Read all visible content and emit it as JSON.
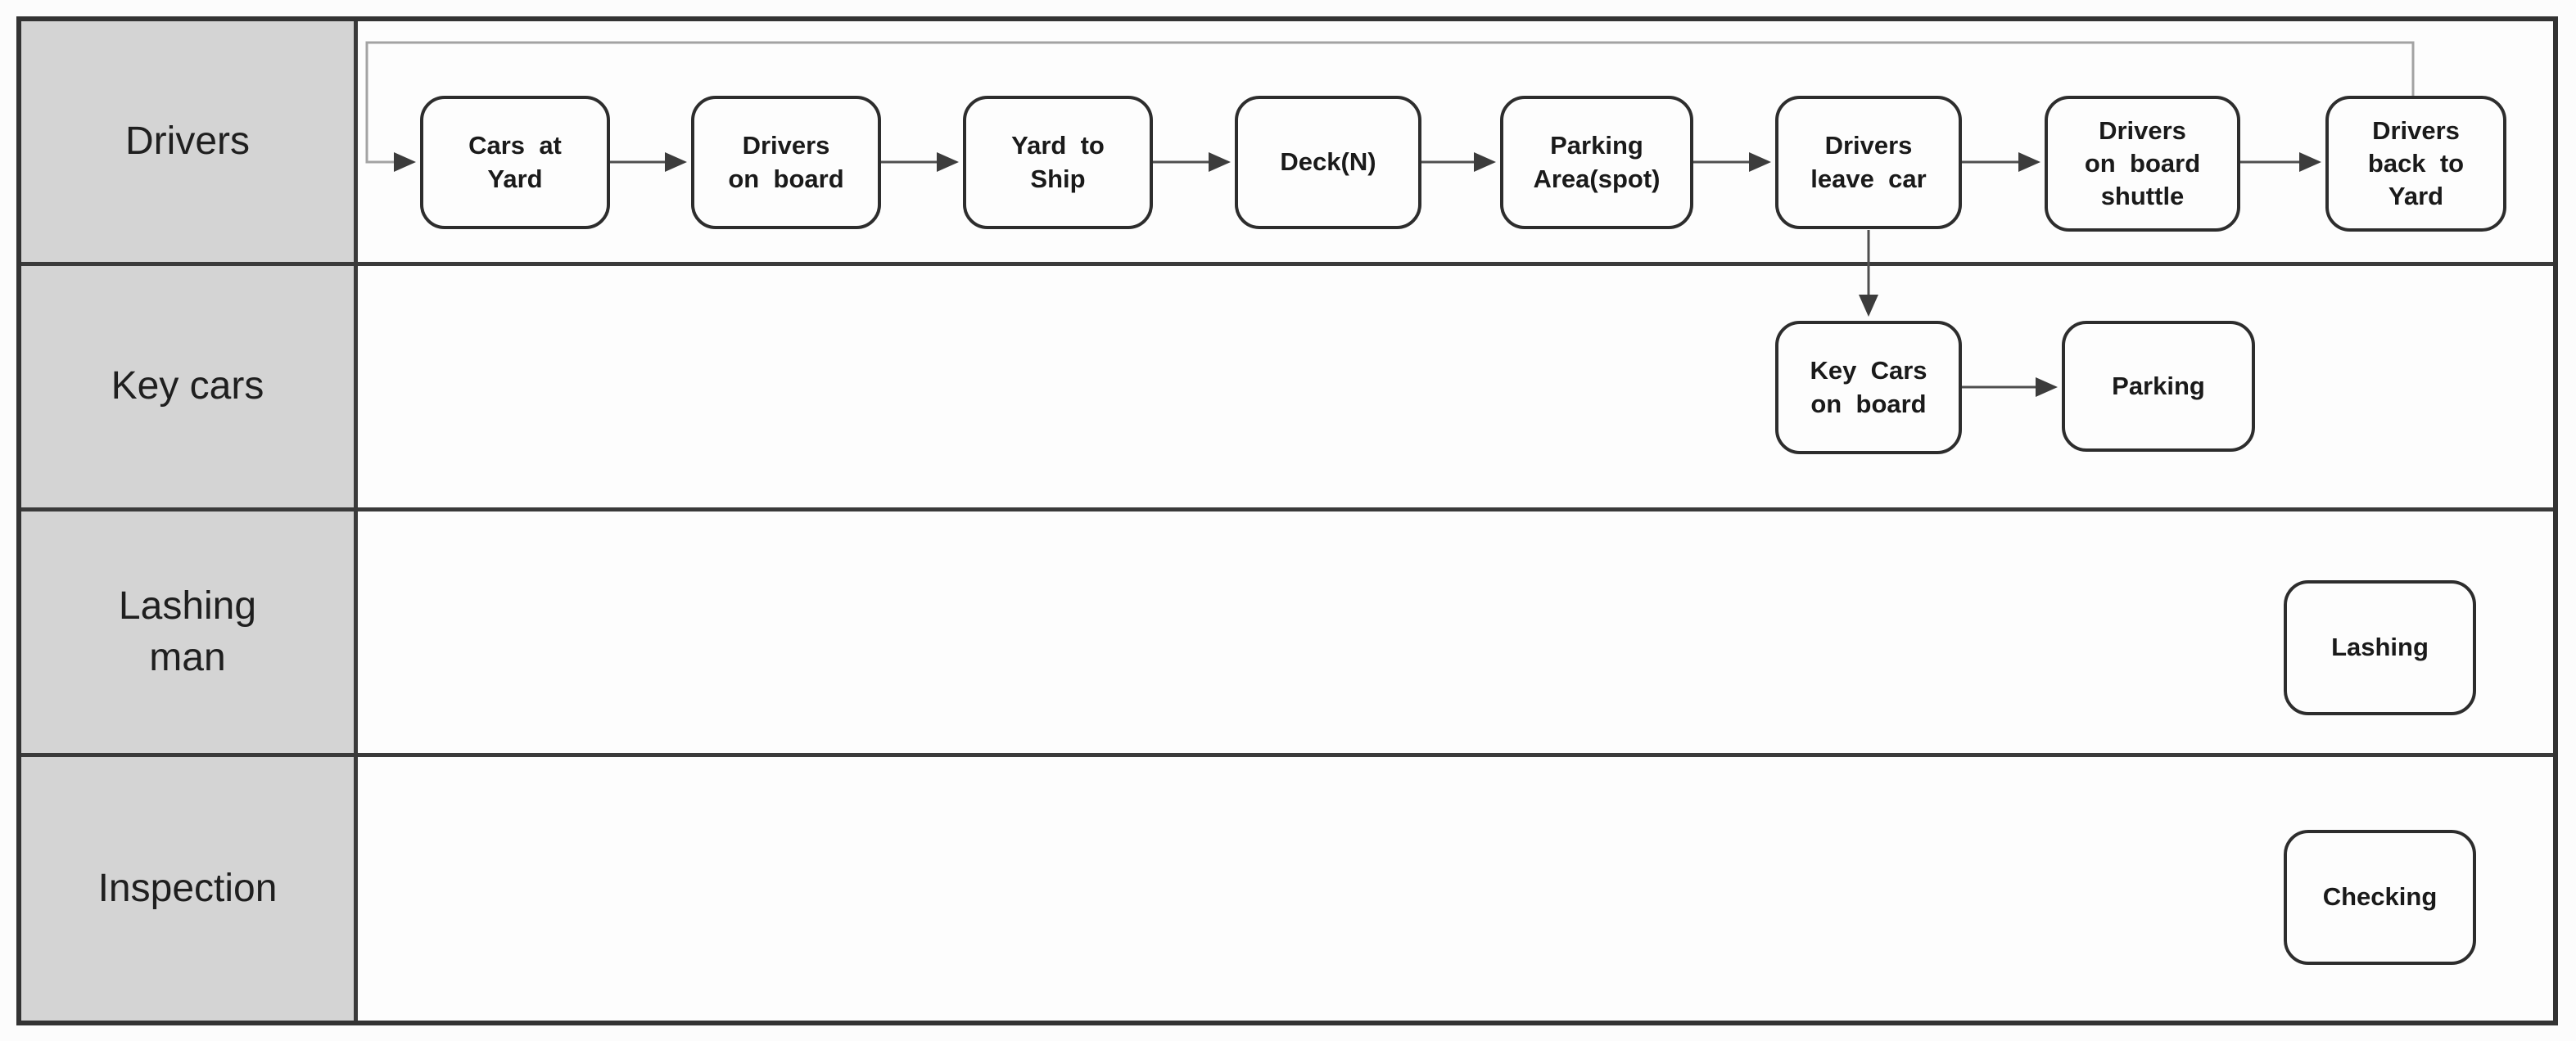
{
  "diagram": {
    "type": "swimlane-flowchart",
    "lanes": [
      {
        "label": "Drivers",
        "steps": [
          {
            "label": "Cars at\nYard"
          },
          {
            "label": "Drivers\non board"
          },
          {
            "label": "Yard to\nShip"
          },
          {
            "label": "Deck(N)"
          },
          {
            "label": "Parking\nArea(spot)"
          },
          {
            "label": "Drivers\nleave car"
          },
          {
            "label": "Drivers\non board\nshuttle"
          },
          {
            "label": "Drivers\nback to\nYard"
          }
        ]
      },
      {
        "label": "Key cars",
        "steps": [
          {
            "label": "Key Cars\non board"
          },
          {
            "label": "Parking"
          }
        ]
      },
      {
        "label": "Lashing\nman",
        "steps": [
          {
            "label": "Lashing"
          }
        ]
      },
      {
        "label": "Inspection",
        "steps": [
          {
            "label": "Checking"
          }
        ]
      }
    ],
    "connections": [
      {
        "from": "Cars at Yard",
        "to": "Drivers on board"
      },
      {
        "from": "Drivers on board",
        "to": "Yard to Ship"
      },
      {
        "from": "Yard to Ship",
        "to": "Deck(N)"
      },
      {
        "from": "Deck(N)",
        "to": "Parking Area(spot)"
      },
      {
        "from": "Parking Area(spot)",
        "to": "Drivers leave car"
      },
      {
        "from": "Drivers leave car",
        "to": "Drivers on board shuttle"
      },
      {
        "from": "Drivers on board shuttle",
        "to": "Drivers back to Yard"
      },
      {
        "from": "Drivers back to Yard",
        "to": "Cars at Yard",
        "style": "return-loop"
      },
      {
        "from": "Drivers leave car",
        "to": "Key Cars on board"
      },
      {
        "from": "Key Cars on board",
        "to": "Parking"
      }
    ],
    "colors": {
      "lane_header_bg": "#d4d4d4",
      "table_border": "#333333",
      "box_border": "#2d2d2d",
      "arrow": "#4f4f4f",
      "return_loop_line": "#a3a3a3",
      "text": "#1a1a1a",
      "background": "#fcfcfc"
    }
  }
}
